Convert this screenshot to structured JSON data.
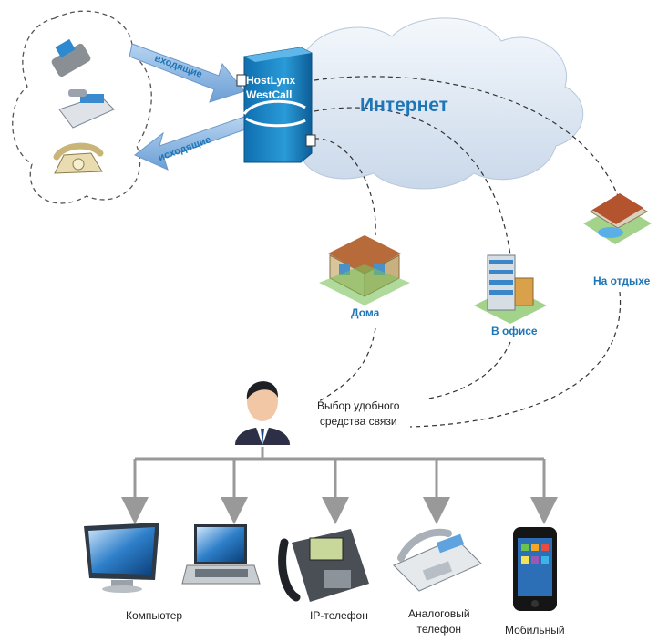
{
  "server": {
    "line1": "HostLynx",
    "line2": "WestCall"
  },
  "arrows": {
    "incoming": "входящие",
    "outgoing": "исходящие"
  },
  "cloud": {
    "label": "Интернет"
  },
  "locations": {
    "home": "Дома",
    "office": "В офисе",
    "vacation": "На отдыхе"
  },
  "choice": {
    "line1": "Выбор удобного",
    "line2": "средства связи"
  },
  "devices": {
    "computer": "Компьютер",
    "ip_phone": "IP-телефон",
    "analog_line1": "Аналоговый",
    "analog_line2": "телефон",
    "mobile": "Мобильный"
  },
  "colors": {
    "accent": "#1e76b6",
    "server": "#1a86c8",
    "arrow": "#7fb0e0",
    "cloud": "#dfe9f4",
    "connector": "#999999"
  }
}
